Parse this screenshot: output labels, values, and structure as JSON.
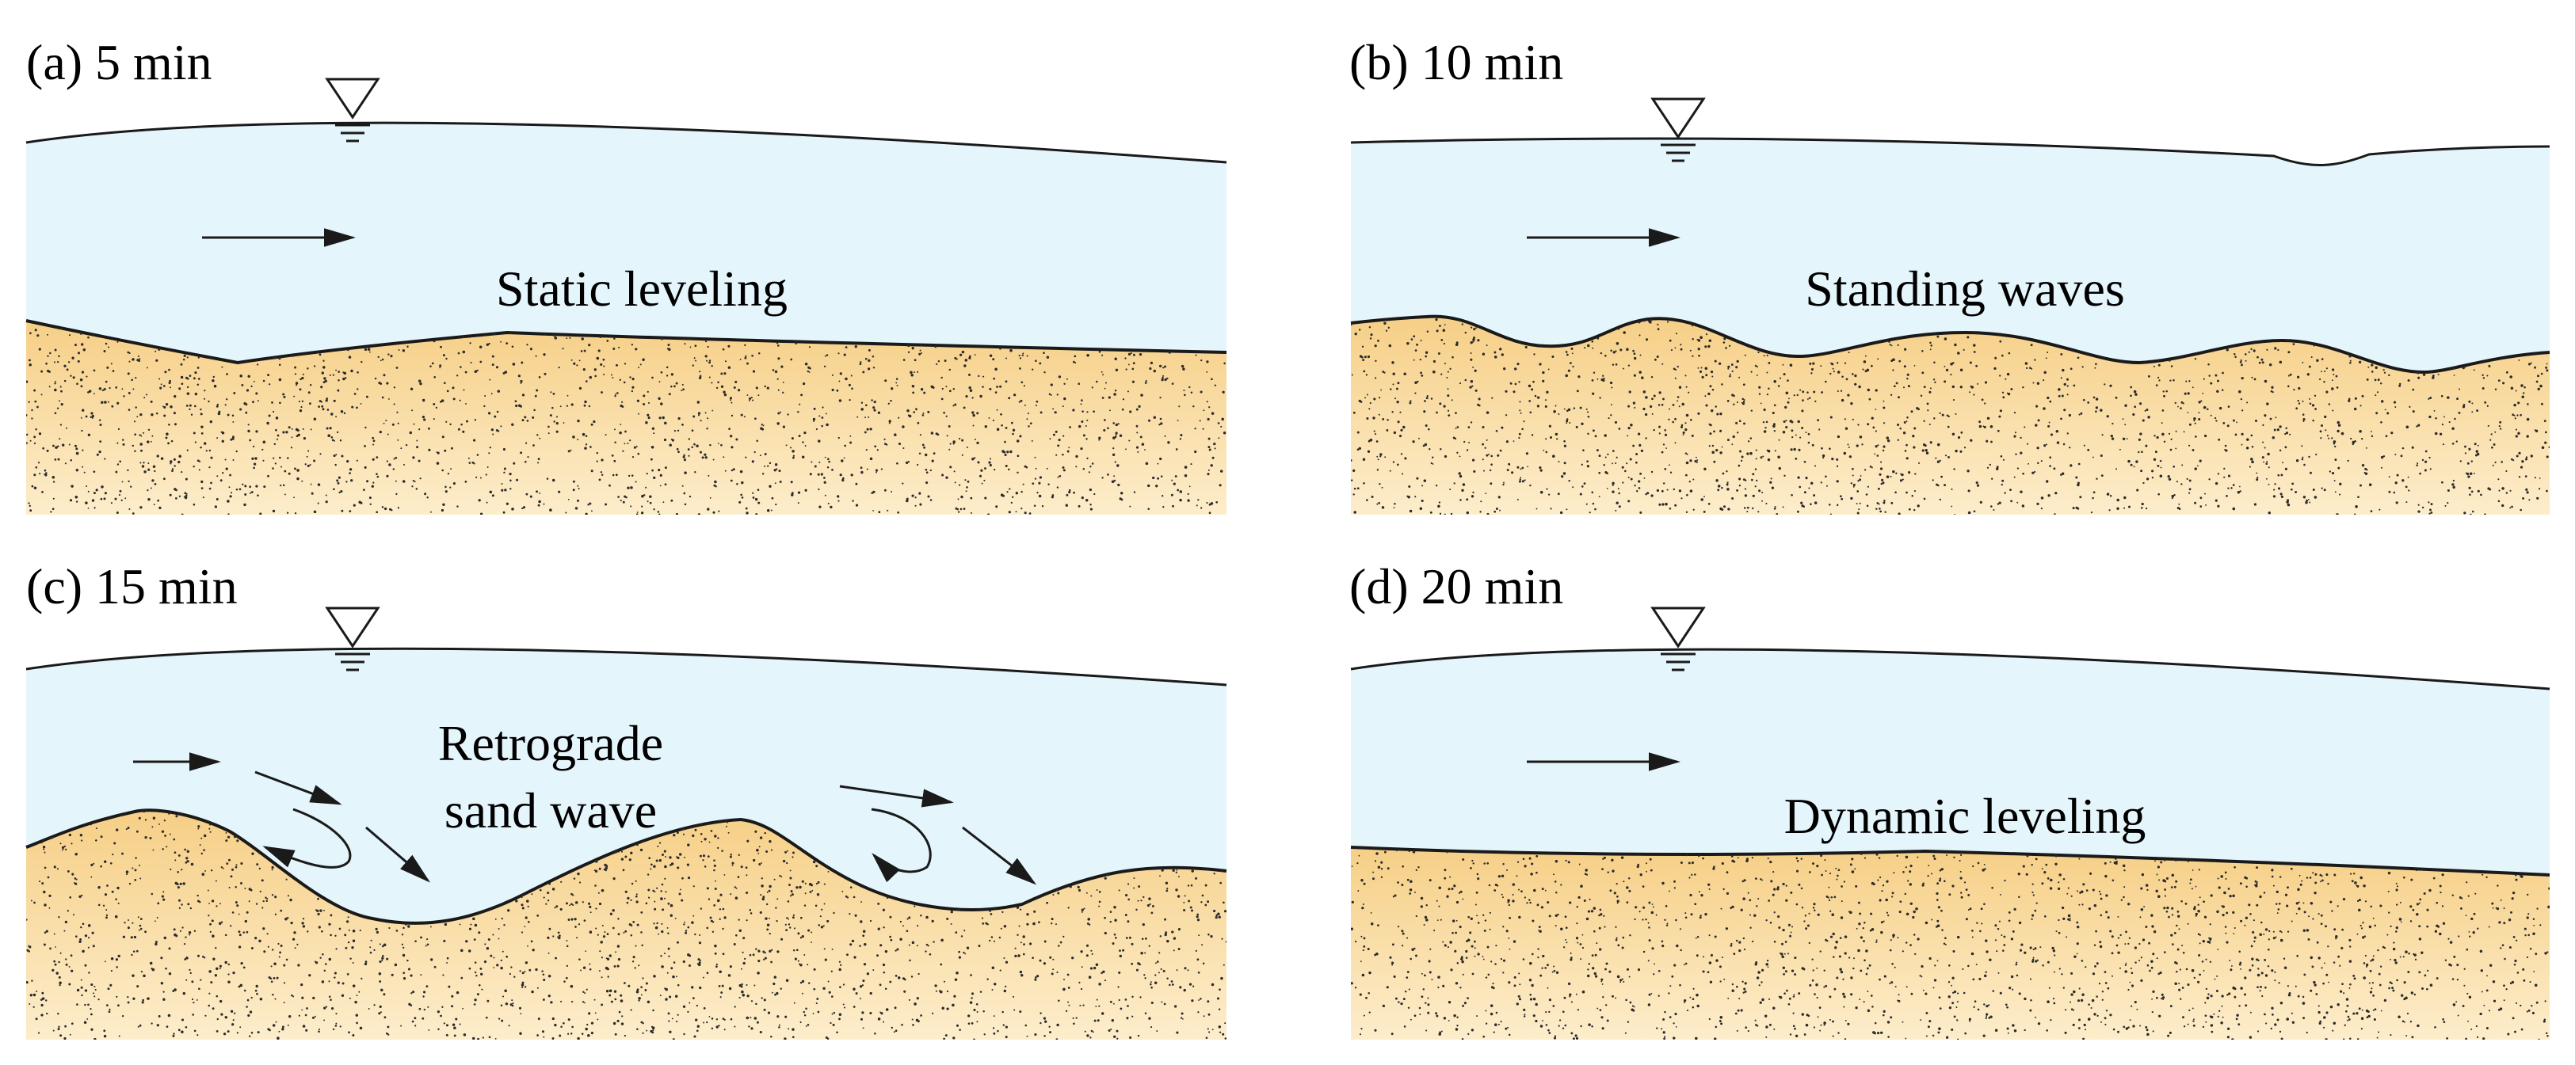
{
  "panels": [
    {
      "label": "(a) 5 min",
      "caption": [
        "Static leveling"
      ]
    },
    {
      "label": "(b) 10 min",
      "caption": [
        "Standing waves"
      ]
    },
    {
      "label": "(c) 15 min",
      "caption": [
        "Retrograde",
        "sand wave"
      ]
    },
    {
      "label": "(d) 20 min",
      "caption": [
        "Dynamic  leveling"
      ]
    }
  ],
  "colors": {
    "water": "#e5f5fc",
    "sand_top": "#f6cf86",
    "sand_bottom": "#fdedcb",
    "outline": "#1a1a1a",
    "grain": "#2b2b2b"
  },
  "icons": [
    "water-level-symbol-icon",
    "flow-arrow-icon",
    "eddy-arrow-icon"
  ]
}
